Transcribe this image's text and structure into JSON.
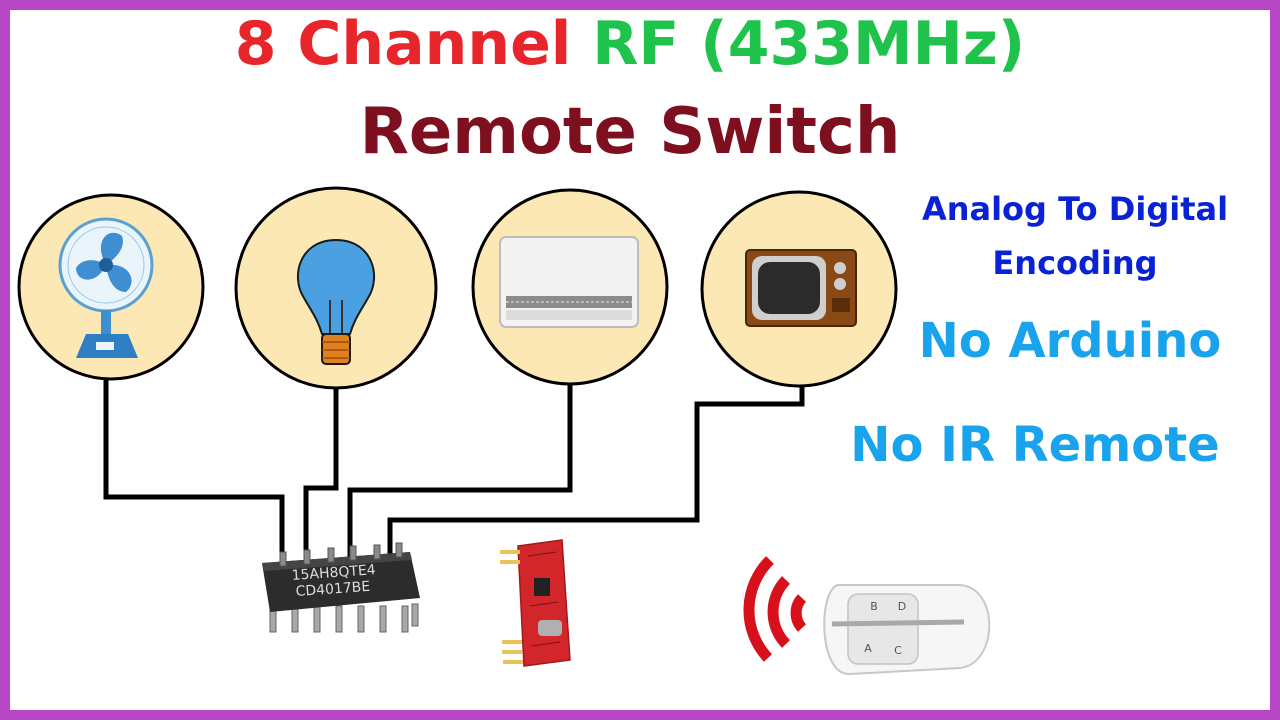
{
  "title": {
    "part1": "8 Channel",
    "part2": "RF (433MHz)",
    "line2": "Remote Switch"
  },
  "features": {
    "line1": "Analog To Digital",
    "line2": "Encoding",
    "line3": "No Arduino",
    "line4": "No IR Remote"
  },
  "chip": {
    "marking1": "15AH8QTE4",
    "marking2": "CD4017BE"
  },
  "remote": {
    "buttons": [
      "B",
      "D",
      "A",
      "C"
    ]
  },
  "colors": {
    "frame": "#b847c8",
    "title_red": "#e8252b",
    "title_green": "#1fc24a",
    "title_maroon": "#7d0f1f",
    "blue": "#0a22d6",
    "light_blue": "#19a3ec",
    "circle_fill": "#fbe8b4",
    "signal_red": "#d7101c"
  },
  "devices": [
    "fan-icon",
    "bulb-icon",
    "air-conditioner-icon",
    "tv-icon"
  ]
}
